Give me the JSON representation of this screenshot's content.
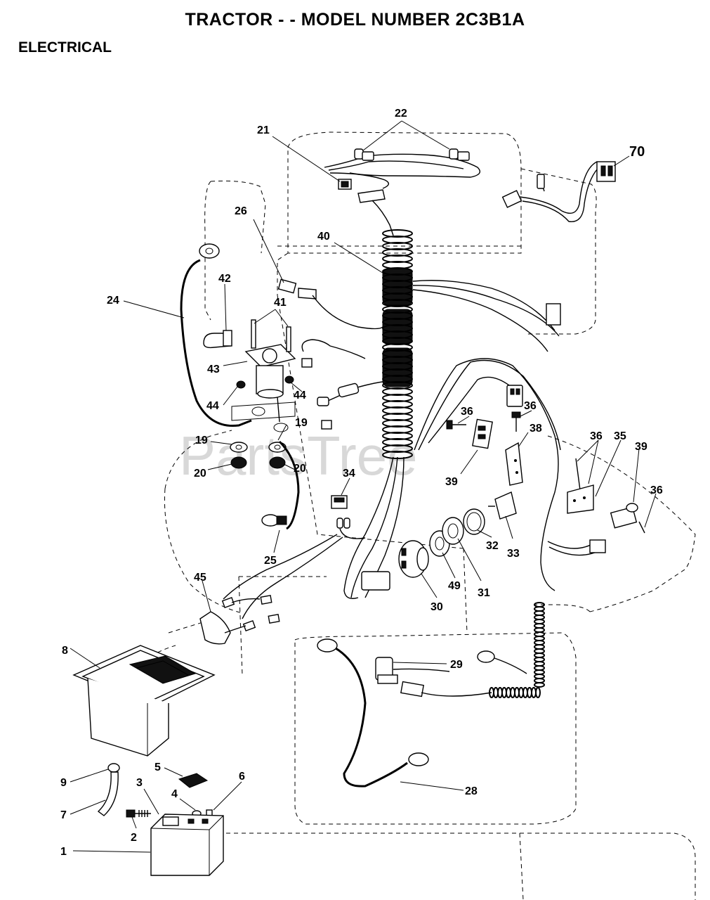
{
  "header": {
    "title": "TRACTOR - - MODEL NUMBER 2C3B1A",
    "section": "ELECTRICAL"
  },
  "watermark": "PartsTree",
  "labels": {
    "p1": "1",
    "p2": "2",
    "p3": "3",
    "p4": "4",
    "p5": "5",
    "p6": "6",
    "p7": "7",
    "p8": "8",
    "p9": "9",
    "p19a": "19",
    "p19b": "19",
    "p20a": "20",
    "p20b": "20",
    "p21": "21",
    "p22": "22",
    "p24": "24",
    "p25": "25",
    "p26": "26",
    "p28": "28",
    "p29": "29",
    "p30": "30",
    "p31": "31",
    "p32": "32",
    "p33": "33",
    "p34": "34",
    "p35": "35",
    "p36a": "36",
    "p36b": "36",
    "p36c": "36",
    "p36d": "36",
    "p38": "38",
    "p39a": "39",
    "p39b": "39",
    "p40": "40",
    "p41": "41",
    "p42": "42",
    "p43": "43",
    "p44a": "44",
    "p44b": "44",
    "p45": "45",
    "p49": "49",
    "p70": "70"
  }
}
